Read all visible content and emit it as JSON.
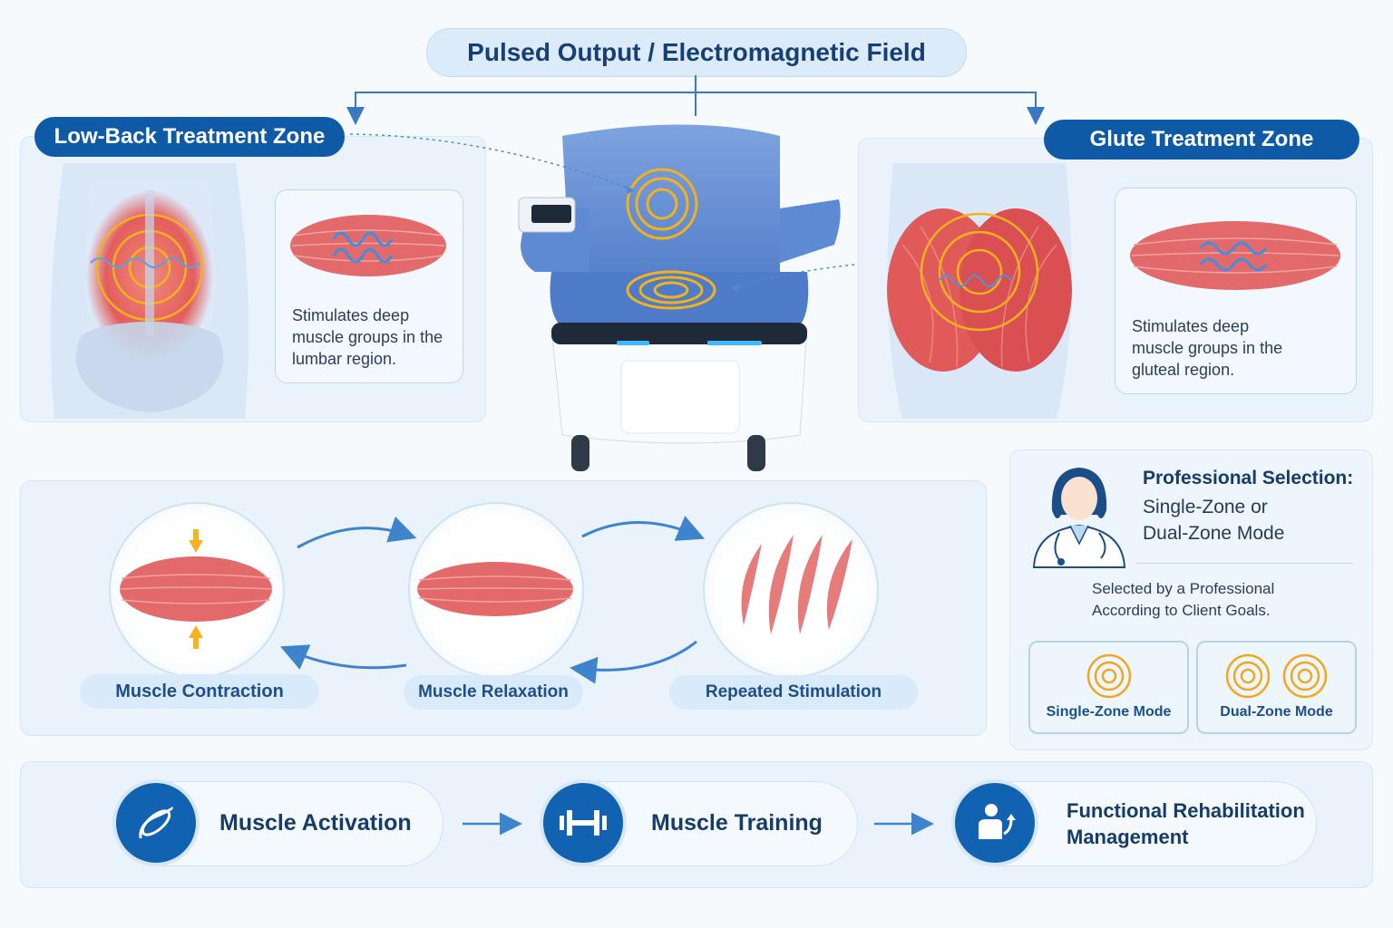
{
  "header": {
    "title": "Pulsed Output / Electromagnetic Field"
  },
  "low_back": {
    "title": "Low-Back Treatment Zone",
    "description_lines": [
      "Stimulates deep",
      "muscle groups in the",
      "lumbar region."
    ]
  },
  "glute": {
    "title": "Glute Treatment Zone",
    "description_lines": [
      "Stimulates deep",
      "muscle groups in the",
      "gluteal region."
    ]
  },
  "cycle": {
    "steps": [
      "Muscle Contraction",
      "Muscle Relaxation",
      "Repeated Stimulation"
    ]
  },
  "selection": {
    "title": "Professional Selection:",
    "subtitle_lines": [
      "Single-Zone or",
      "Dual-Zone Mode"
    ],
    "note_lines": [
      "Selected by a Professional",
      "According to Client Goals."
    ],
    "modes": [
      "Single-Zone Mode",
      "Dual-Zone Mode"
    ]
  },
  "process": {
    "steps": [
      {
        "label_lines": [
          "Muscle Activation"
        ],
        "icon": "muscle-fiber-icon"
      },
      {
        "label_lines": [
          "Muscle Training"
        ],
        "icon": "dumbbell-icon"
      },
      {
        "label_lines": [
          "Functional Rehabilitation",
          "Management"
        ],
        "icon": "person-recovery-icon"
      }
    ]
  },
  "colors": {
    "primary_blue": "#0f5aa6",
    "light_panel": "#eaf3fc",
    "muscle_red": "#e0585c",
    "field_yellow": "#f2b21c",
    "chair_blue": "#5a86cf"
  }
}
